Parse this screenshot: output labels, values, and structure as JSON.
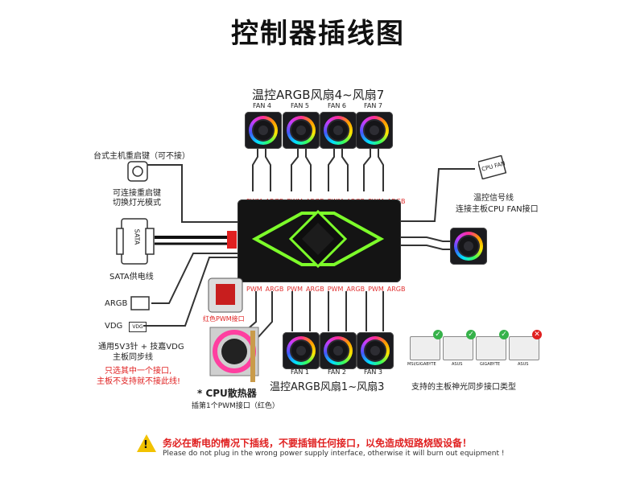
{
  "title": "控制器插线图",
  "top_group_label": "温控ARGB风扇4~风扇7",
  "top_fans": [
    "FAN 4",
    "FAN 5",
    "FAN 6",
    "FAN 7"
  ],
  "bottom_fans": [
    "FAN 1",
    "FAN 2",
    "FAN 3"
  ],
  "bottom_group_label": "温控ARGB风扇1~风扇3",
  "port_pwm": "PWM",
  "port_argb": "ARGB",
  "reset_label": "台式主机重启键（可不接）",
  "reset_note_line1": "可连接重启键",
  "reset_note_line2": "切换灯光模式",
  "sata_plug_text": "SATA",
  "sata_label": "SATA供电线",
  "argb_label": "ARGB",
  "vdg_label": "VDG",
  "vdg_plug_text": "VDG",
  "sync_note_line1": "通用5V3针 + 技嘉VDG",
  "sync_note_line2": "主板同步线",
  "red_note_line1": "只选其中一个接口,",
  "red_note_line2": "主板不支持就不接此线!",
  "red_pwm_label": "红色PWM接口",
  "cpu_cooler_label": "* CPU散热器",
  "cpu_cooler_note": "插第1个PWM接口（红色）",
  "signal_label_line1": "温控信号线",
  "signal_label_line2": "连接主板CPU FAN接口",
  "cpu_fan_tag": "CPU FAN",
  "mb_types": [
    "MSI/GIGABYTE",
    "ASUS",
    "GIGABYTE",
    "ASUS"
  ],
  "mb_types_title": "支持的主板神光同步接口类型",
  "warning_cn": "务必在断电的情况下插线，不要插错任何接口，以免造成短路烧毁设备！",
  "warning_en": "Please do not plug in the wrong power supply interface, otherwise it will burn out equipment !",
  "warning_mark": "!",
  "colors": {
    "accent_red": "#e02020",
    "hub_glow": "#7dff2a",
    "warning_yellow": "#f2c200"
  }
}
